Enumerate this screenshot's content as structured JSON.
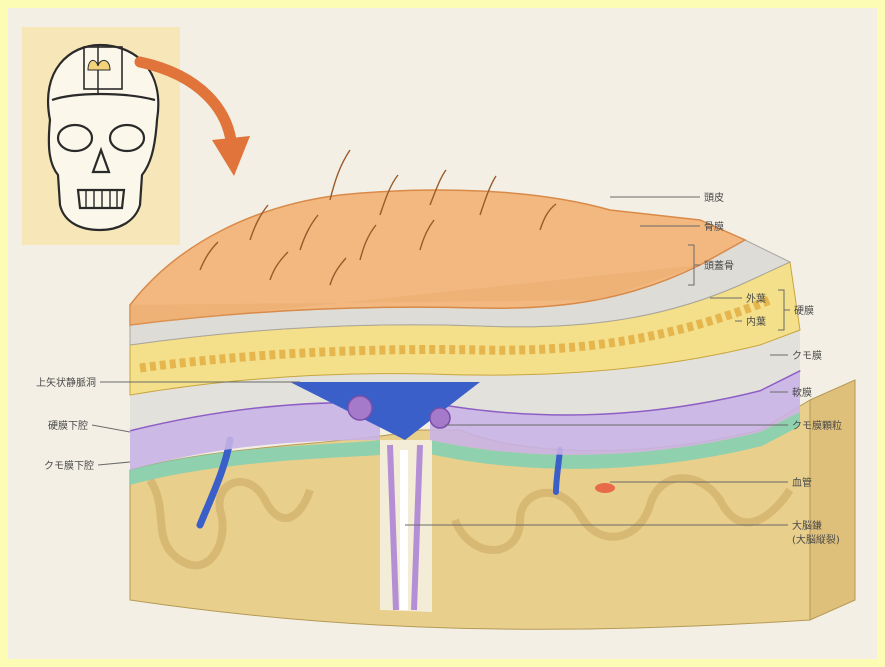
{
  "colors": {
    "border": "#fdfcb4",
    "paper": "#f3efe4",
    "scalp": "#f2b880",
    "bone": "#f4e08a",
    "dura": "#e3e1dc",
    "arachnoid": "#b48fd6",
    "pia": "#7fd0b4",
    "sinus": "#3a5fc8",
    "cortex": "#e9cf8c",
    "inset_bg": "#f7e6b8"
  },
  "labels_right": [
    {
      "id": "scalp",
      "text": "頭皮"
    },
    {
      "id": "periosteum",
      "text": "骨膜"
    },
    {
      "id": "skull",
      "text": "頭蓋骨"
    },
    {
      "id": "outer-layer",
      "text": "外葉"
    },
    {
      "id": "inner-layer",
      "text": "内葉"
    },
    {
      "id": "dura",
      "text": "硬膜"
    },
    {
      "id": "arachnoid",
      "text": "クモ膜"
    },
    {
      "id": "pia",
      "text": "軟膜"
    },
    {
      "id": "arachnoid-granulation",
      "text": "クモ膜顆粒"
    },
    {
      "id": "vein",
      "text": "血管"
    },
    {
      "id": "falx-1",
      "text": "大脳鎌"
    },
    {
      "id": "falx-2",
      "text": "(大脳縦裂)"
    }
  ],
  "labels_left": [
    {
      "id": "sss",
      "text": "上矢状静脈洞"
    },
    {
      "id": "subdural",
      "text": "硬膜下腔"
    },
    {
      "id": "subarachnoid",
      "text": "クモ膜下腔"
    }
  ],
  "icons": [
    "skull-icon",
    "arrow-icon"
  ]
}
